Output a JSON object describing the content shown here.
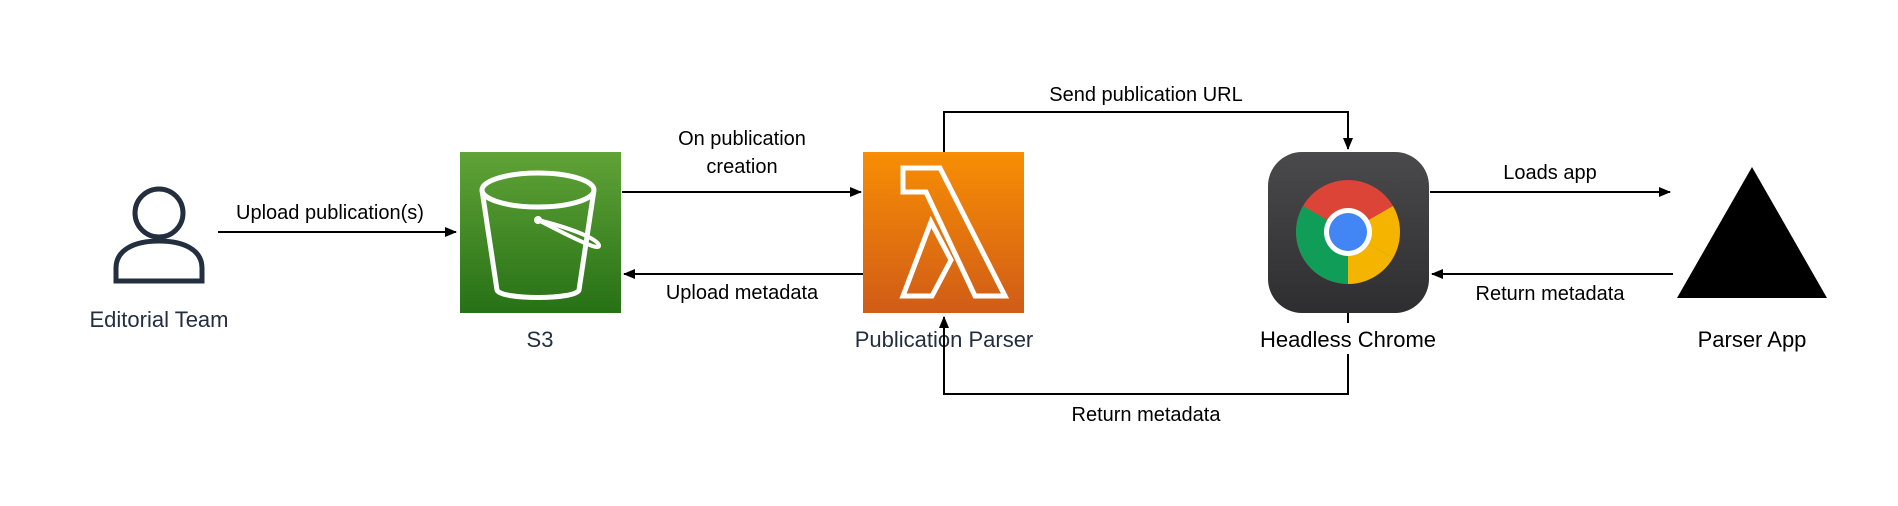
{
  "nodes": {
    "editorial_team": {
      "label": "Editorial Team",
      "icon": "user-icon"
    },
    "s3": {
      "label": "S3",
      "icon": "s3-bucket-icon"
    },
    "publication_parser": {
      "label": "Publication Parser",
      "icon": "lambda-icon"
    },
    "headless_chrome": {
      "label": "Headless Chrome",
      "icon": "chrome-icon"
    },
    "parser_app": {
      "label": "Parser App",
      "icon": "triangle-logo-icon"
    }
  },
  "edges": {
    "upload_publications": "Upload publication(s)",
    "on_publication_creation_1": "On publication",
    "on_publication_creation_2": "creation",
    "upload_metadata": "Upload metadata",
    "send_publication_url": "Send publication URL",
    "loads_app": "Loads app",
    "return_metadata_app": "Return metadata",
    "return_metadata_chrome": "Return metadata"
  },
  "colors": {
    "s3_top": "#60A337",
    "s3_bottom": "#277116",
    "lambda_top": "#F78E04",
    "lambda_bottom": "#D05C17",
    "chrome_tile": "#3C3C3E",
    "user_label": "#232F3E",
    "arrow": "#000000"
  }
}
